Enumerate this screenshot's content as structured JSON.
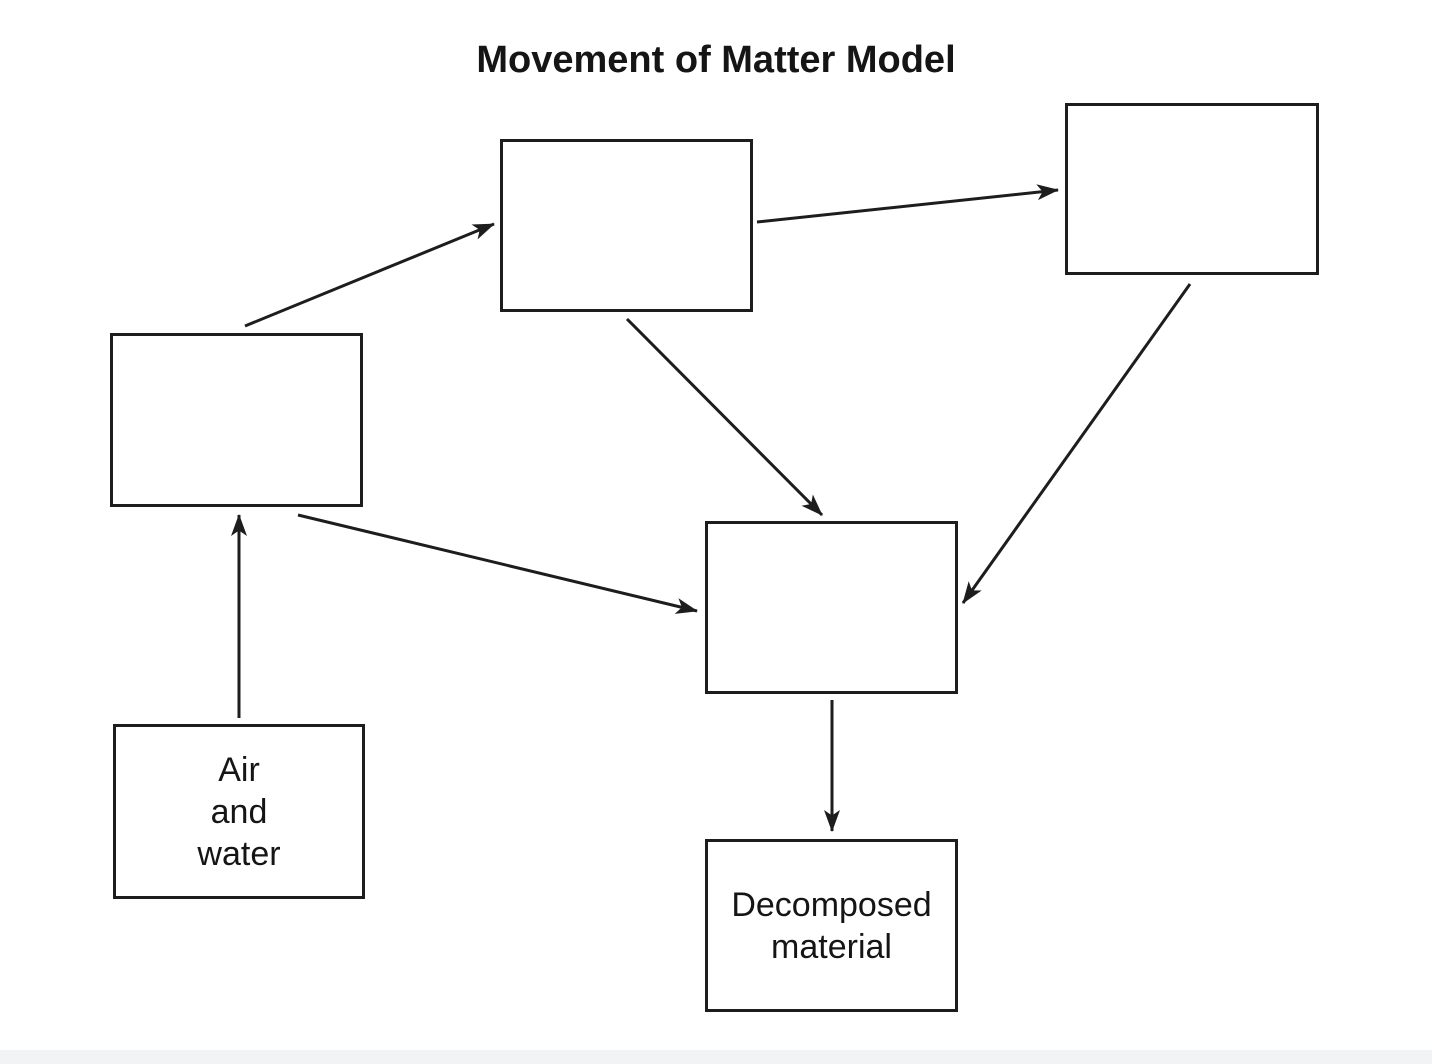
{
  "title": "Movement of Matter Model",
  "colors": {
    "ink": "#1d1d1d",
    "background": "#ffffff",
    "footer_strip": "#f2f3f4"
  },
  "boxes": {
    "top_middle": {
      "label": ""
    },
    "top_right": {
      "label": ""
    },
    "middle_left": {
      "label": ""
    },
    "center": {
      "label": ""
    },
    "air_water": {
      "lines": [
        "Air",
        "and",
        "water"
      ]
    },
    "decomposed": {
      "lines": [
        "Decomposed",
        "material"
      ]
    }
  },
  "arrows": [
    {
      "from": "middle-left box",
      "to": "top-middle box"
    },
    {
      "from": "top-middle box",
      "to": "top-right box"
    },
    {
      "from": "top-middle box",
      "to": "center box"
    },
    {
      "from": "top-right box",
      "to": "center box"
    },
    {
      "from": "air and water box",
      "to": "middle-left box"
    },
    {
      "from": "middle-left box",
      "to": "center box"
    },
    {
      "from": "center box",
      "to": "decomposed material box"
    }
  ]
}
